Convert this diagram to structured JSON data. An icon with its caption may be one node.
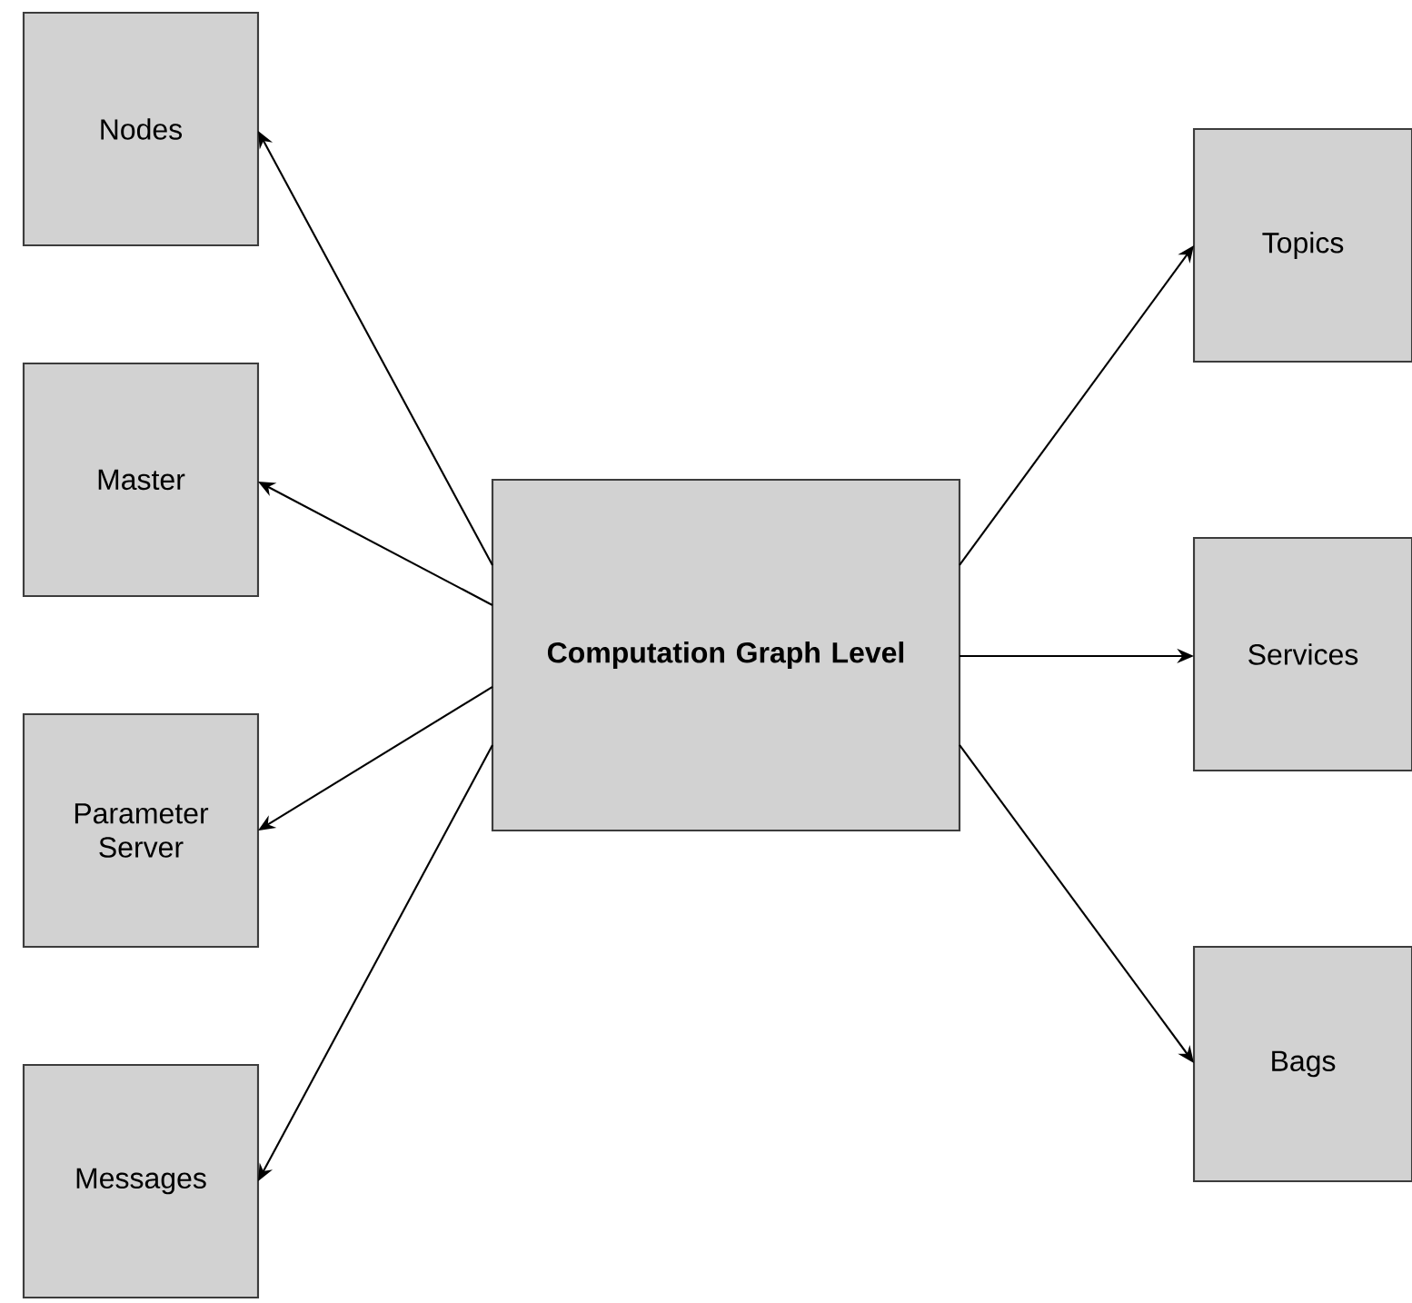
{
  "diagram": {
    "nodes": [
      {
        "text": [
          "Nodes"
        ]
      },
      {
        "text": [
          "Master"
        ]
      },
      {
        "text": [
          "Parameter Server"
        ]
      },
      {
        "text": [
          "Messages"
        ]
      },
      {
        "text": [
          "Computation Graph Level"
        ]
      },
      {
        "text": [
          "Topics"
        ]
      },
      {
        "text": [
          "Services"
        ]
      },
      {
        "text": [
          "Bags"
        ]
      }
    ],
    "edges": [
      {
        "from": 4,
        "to": 0,
        "arrow": "to"
      },
      {
        "from": 4,
        "to": 1,
        "arrow": "to"
      },
      {
        "from": 4,
        "to": 2,
        "arrow": "to"
      },
      {
        "from": 4,
        "to": 3,
        "arrow": "to"
      },
      {
        "from": 4,
        "to": 5,
        "arrow": "to"
      },
      {
        "from": 4,
        "to": 6,
        "arrow": "to"
      },
      {
        "from": 4,
        "to": 7,
        "arrow": "to"
      }
    ]
  }
}
